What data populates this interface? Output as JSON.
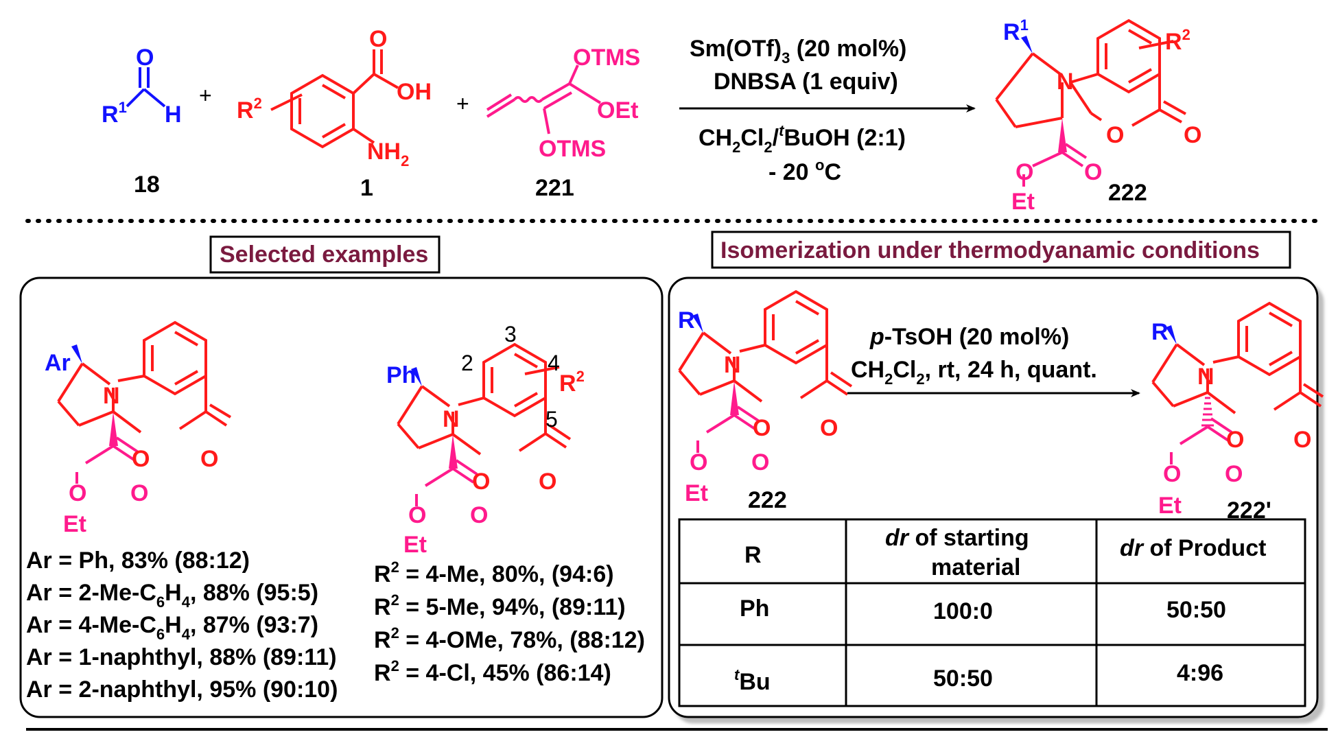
{
  "reaction": {
    "aldehyde": {
      "r_label": "R",
      "r_sup": "1",
      "o_label": "O",
      "h_label": "H",
      "id": "18"
    },
    "plus1": "+",
    "anthranilic": {
      "r_label": "R",
      "r_sup": "2",
      "oh_label": "OH",
      "o_label": "O",
      "nh2_label": "NH",
      "nh2_sub": "2",
      "id": "1"
    },
    "plus2": "+",
    "diene": {
      "otms_top": "OTMS",
      "oet": "OEt",
      "otms_bottom": "OTMS",
      "id": "221"
    },
    "conditions": {
      "line1": "Sm(OTf)",
      "line1_sub": "3",
      "line1_tail": " (20 mol%)",
      "line2": "DNBSA (1 equiv)",
      "line3_a": "CH",
      "line3_sub1": "2",
      "line3_b": "Cl",
      "line3_sub2": "2",
      "line3_c": "/",
      "line3_sup": "t",
      "line3_d": "BuOH (2:1)",
      "line4": "- 20 ",
      "line4_sup": "o",
      "line4_tail": "C"
    },
    "product": {
      "r1_label": "R",
      "r1_sup": "1",
      "r2_label": "R",
      "r2_sup": "2",
      "n_label": "N",
      "o_ring": "O",
      "o_carbonyl": "O",
      "o_ester": "O",
      "o_ester2": "O",
      "et_label": "Et",
      "id": "222"
    }
  },
  "selected_examples": {
    "header": "Selected examples",
    "left_structure": {
      "ar_label": "Ar",
      "n_label": "N",
      "o_ring": "O",
      "o_carbonyl": "O",
      "o_ester": "O",
      "o_ester2": "O",
      "et_label": "Et"
    },
    "right_structure": {
      "ph_label": "Ph",
      "n_label": "N",
      "o_ring": "O",
      "o_carbonyl": "O",
      "o_ester": "O",
      "o_ester2": "O",
      "et_label": "Et",
      "r2_label": "R",
      "r2_sup": "2",
      "num2": "2",
      "num3": "3",
      "num4": "4",
      "num5": "5"
    },
    "ar_examples": [
      {
        "pre": "Ar = Ph, 83% (88:12)"
      },
      {
        "pre": "Ar = 2-Me-C",
        "sub": "6",
        "mid": "H",
        "sub2": "4",
        "post": ", 88% (95:5)"
      },
      {
        "pre": "Ar = 4-Me-C",
        "sub": "6",
        "mid": "H",
        "sub2": "4",
        "post": ", 87% (93:7)"
      },
      {
        "pre": "Ar = 1-naphthyl, 88% (89:11)"
      },
      {
        "pre": "Ar = 2-naphthyl, 95% (90:10)"
      }
    ],
    "r2_examples": [
      {
        "r": "R",
        "sup": "2",
        "post": " = 4-Me, 80%, (94:6)"
      },
      {
        "r": "R",
        "sup": "2",
        "post": " = 5-Me, 94%, (89:11)"
      },
      {
        "r": "R",
        "sup": "2",
        "post": " = 4-OMe, 78%, (88:12)"
      },
      {
        "r": "R",
        "sup": "2",
        "post": " = 4-Cl, 45% (86:14)"
      }
    ]
  },
  "isomerization": {
    "header": "Isomerization under thermodyanamic conditions",
    "start": {
      "r_label": "R",
      "n_label": "N",
      "o_ring": "O",
      "o_carbonyl": "O",
      "o_ester": "O",
      "o_ester2": "O",
      "et_label": "Et",
      "id": "222"
    },
    "product": {
      "r_label": "R",
      "n_label": "N",
      "o_ring": "O",
      "o_carbonyl": "O",
      "o_ester": "O",
      "o_ester2": "O",
      "et_label": "Et",
      "id": "222'"
    },
    "conditions": {
      "line1_italic": "p",
      "line1": "-TsOH (20 mol%)",
      "line2_a": "CH",
      "line2_sub1": "2",
      "line2_b": "Cl",
      "line2_sub2": "2",
      "line2_c": ", rt, 24 h, quant."
    },
    "table": {
      "headers": [
        {
          "text": "R"
        },
        {
          "italic": "dr",
          "text": " of starting",
          "line2": "material"
        },
        {
          "italic": "dr",
          "text": " of Product"
        }
      ],
      "rows": [
        {
          "r": "Ph",
          "start": "100:0",
          "product": "50:50"
        },
        {
          "r_sup": "t",
          "r": "Bu",
          "start": "50:50",
          "product": "4:96"
        }
      ]
    }
  },
  "colors": {
    "blue": "#1212ff",
    "red": "#ff1a1a",
    "pink": "#ff1a8c",
    "header": "#7a1a3f",
    "black": "#000000"
  }
}
